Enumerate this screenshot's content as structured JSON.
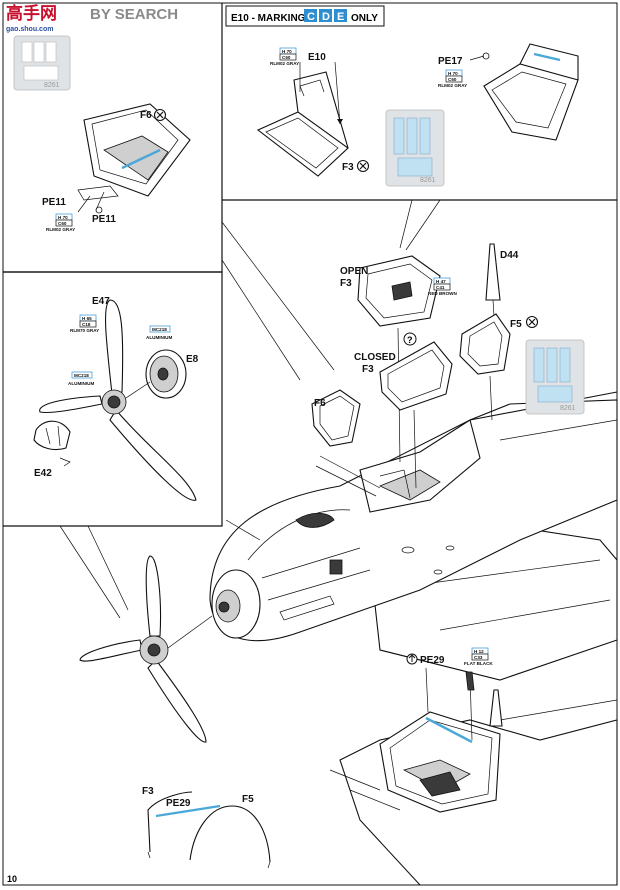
{
  "watermark": {
    "brand": "高手网",
    "url": "gao.shou.com",
    "search": "BY SEARCH"
  },
  "page_number": "10",
  "header": {
    "prefix": "E10 - MARKING",
    "letters": [
      "C",
      "D",
      "E"
    ],
    "suffix": "ONLY"
  },
  "labels": {
    "F6_top": "F6",
    "PE11_a": "PE11",
    "PE11_b": "PE11",
    "E10": "E10",
    "F3_top": "F3",
    "PE17": "PE17",
    "OPEN": "OPEN",
    "F3_open": "F3",
    "D44": "D44",
    "F5": "F5",
    "CLOSED": "CLOSED",
    "F3_closed": "F3",
    "F6_mid": "F6",
    "E47": "E47",
    "E8": "E8",
    "E42": "E42",
    "PE29": "PE29",
    "F3_bot": "F3",
    "PE29_bot": "PE29",
    "F5_bot": "F5"
  },
  "mask_number": "8261",
  "colors": {
    "c60": {
      "code": "H 70",
      "num": "C60",
      "name": "RLM02 GRAY"
    },
    "c60_b": {
      "code": "H 70",
      "num": "C60",
      "name": "RLM02 GRAY"
    },
    "c60_c": {
      "code": "H 70",
      "num": "C60",
      "name": "RLM02 GRAY"
    },
    "c18": {
      "code": "H 65",
      "num": "C18",
      "name": "RLM70 GRAY"
    },
    "alu1": {
      "code": "MC218",
      "name": "ALUMINIUM"
    },
    "alu2": {
      "code": "MC218",
      "name": "ALUMINIUM"
    },
    "c41": {
      "code": "H 47",
      "num": "C41",
      "name": "RED BROWN"
    },
    "c33": {
      "code": "H 12",
      "num": "C33",
      "name": "FLAT BLACK"
    }
  },
  "accent": "#2e8fd0"
}
